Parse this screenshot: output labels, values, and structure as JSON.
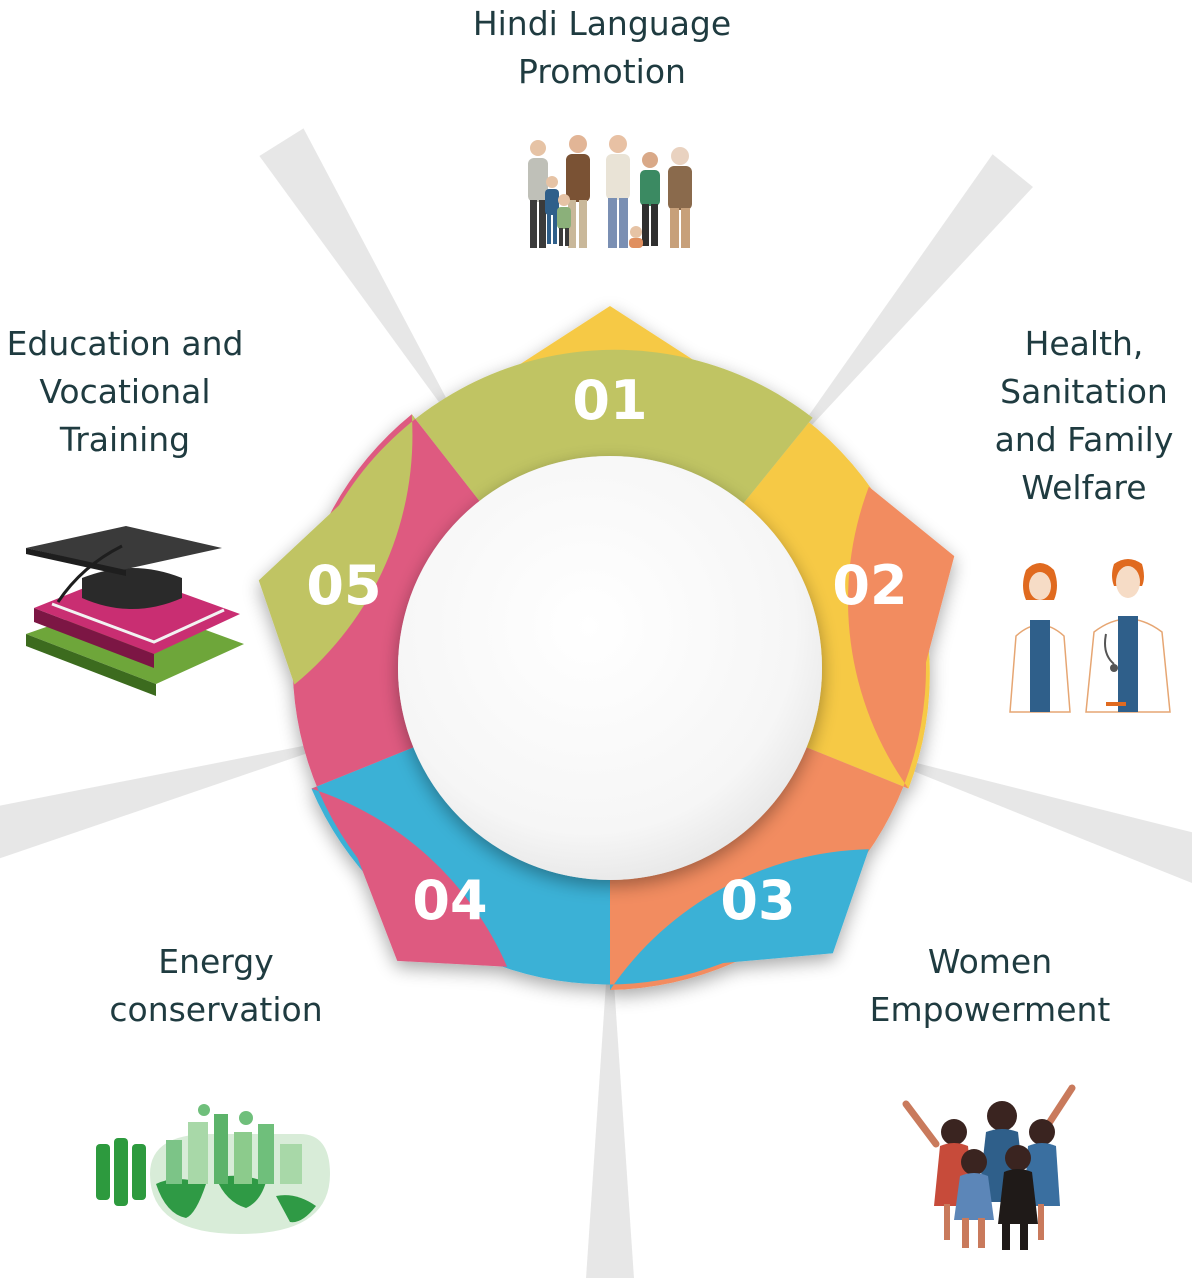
{
  "segments": [
    {
      "id": "01",
      "number": "01",
      "color": "#F6C945",
      "label_lines": [
        "Hindi Language",
        "Promotion"
      ],
      "icon": "family-group-icon"
    },
    {
      "id": "02",
      "number": "02",
      "color": "#F28C60",
      "label_lines": [
        "Health,",
        "Sanitation",
        "and Family",
        "Welfare"
      ],
      "icon": "doctors-icon"
    },
    {
      "id": "03",
      "number": "03",
      "color": "#3AB1D6",
      "label_lines": [
        "Women",
        "Empowerment"
      ],
      "icon": "women-group-icon"
    },
    {
      "id": "04",
      "number": "04",
      "color": "#DE5A80",
      "label_lines": [
        "Energy",
        "conservation"
      ],
      "icon": "green-city-bulb-icon"
    },
    {
      "id": "05",
      "number": "05",
      "color": "#C0C463",
      "label_lines": [
        "Education and",
        "Vocational",
        "Training"
      ],
      "icon": "graduation-books-icon"
    }
  ]
}
